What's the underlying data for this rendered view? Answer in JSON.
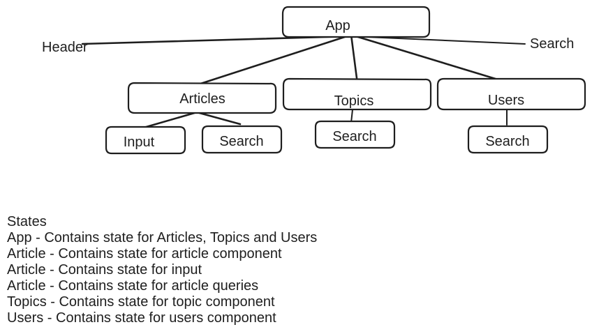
{
  "diagram": {
    "nodes": {
      "app": "App",
      "articles": "Articles",
      "topics": "Topics",
      "users": "Users",
      "input": "Input",
      "articles_search": "Search",
      "topics_search": "Search",
      "users_search": "Search"
    },
    "labels": {
      "header": "Header",
      "search": "Search"
    },
    "edges": [
      [
        "app",
        "header"
      ],
      [
        "app",
        "search"
      ],
      [
        "app",
        "articles"
      ],
      [
        "app",
        "topics"
      ],
      [
        "app",
        "users"
      ],
      [
        "articles",
        "input"
      ],
      [
        "articles",
        "articles_search"
      ],
      [
        "topics",
        "topics_search"
      ],
      [
        "users",
        "users_search"
      ]
    ]
  },
  "states": {
    "heading": "States",
    "lines": [
      "App - Contains state for Articles, Topics and Users",
      "Article - Contains state for article component",
      "Article - Contains state for input",
      "Article - Contains state for article queries",
      "Topics - Contains state for topic component",
      "Users - Contains state for users component"
    ]
  }
}
